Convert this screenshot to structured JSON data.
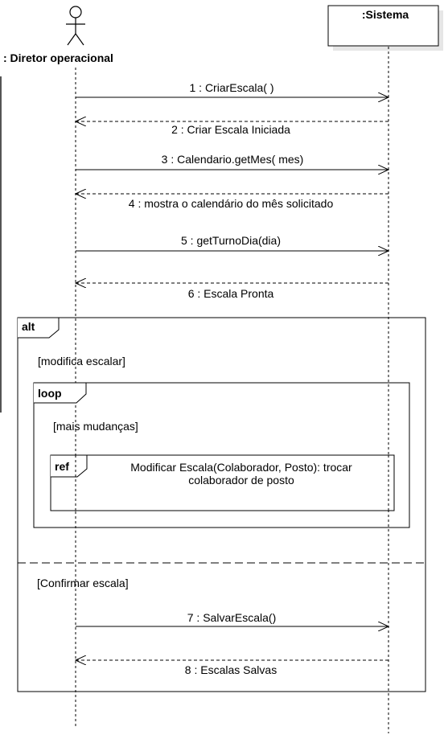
{
  "lifelines": {
    "actor": {
      "name": ": Diretor operacional"
    },
    "system": {
      "name": ":Sistema"
    }
  },
  "messages": [
    {
      "label": "1 : CriarEscala( )",
      "type": "sync"
    },
    {
      "label": "2 : Criar Escala Iniciada",
      "type": "return"
    },
    {
      "label": "3 : Calendario.getMes( mes)",
      "type": "sync"
    },
    {
      "label": "4 : mostra o calendário do mês solicitado",
      "type": "return"
    },
    {
      "label": "5 : getTurnoDia(dia)",
      "type": "sync"
    },
    {
      "label": "6 : Escala Pronta",
      "type": "return"
    },
    {
      "label": "7 : SalvarEscala()",
      "type": "sync"
    },
    {
      "label": "8 : Escalas Salvas",
      "type": "return"
    }
  ],
  "fragments": {
    "alt": {
      "operator": "alt",
      "guard1": "[modifica escalar]",
      "guard2": "[Confirmar escala]"
    },
    "loop": {
      "operator": "loop",
      "guard": "[mais mudanças]"
    },
    "ref": {
      "operator": "ref",
      "text_line1": "Modificar Escala(Colaborador, Posto): trocar",
      "text_line2": "colaborador de posto"
    }
  }
}
